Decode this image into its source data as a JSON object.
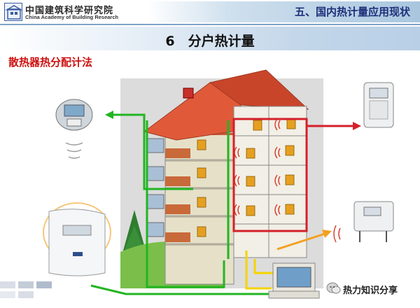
{
  "header": {
    "org_cn": "中国建筑科学研究院",
    "org_en": "China Academy of Building Research",
    "section": "五、国内热计量应用现状"
  },
  "slide": {
    "title": "6　分户热计量",
    "subtitle": "散热器热分配计法"
  },
  "watermark": {
    "text": "热力知识分享"
  },
  "colors": {
    "header_text": "#1d2f7a",
    "subtitle": "#cc1111",
    "roof": "#e05a3a",
    "green_line": "#22b522",
    "red_line": "#d4202a",
    "yellow_line": "#f5d300",
    "orange_line": "#f3a020"
  }
}
